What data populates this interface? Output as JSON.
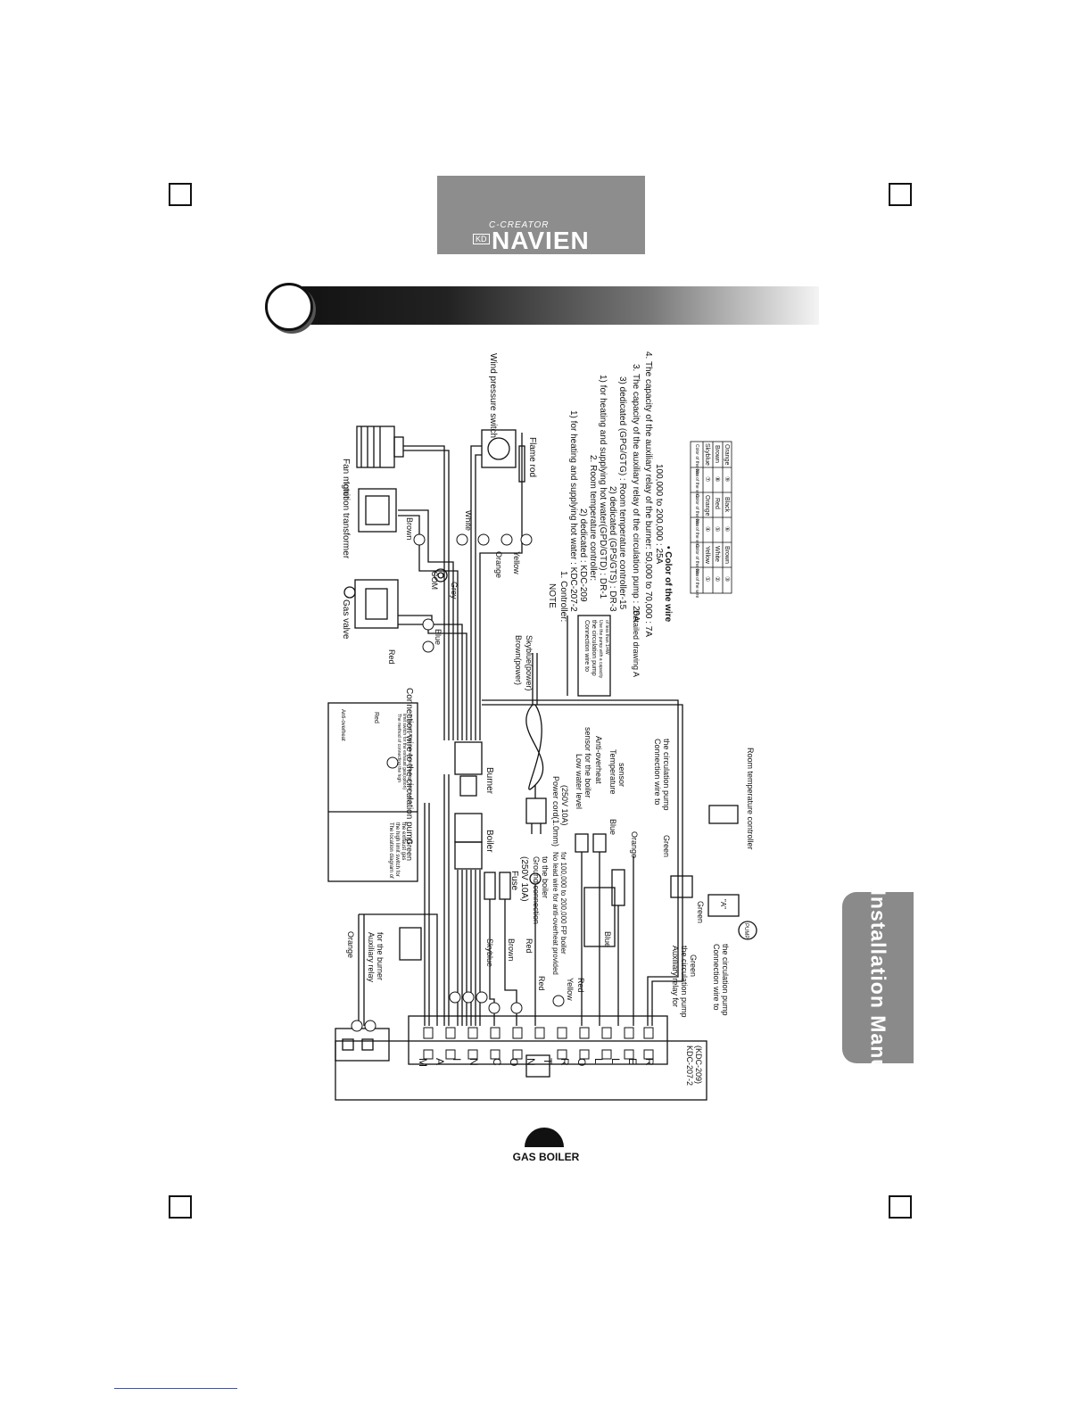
{
  "logo": {
    "sub": "C-CREATOR",
    "kd": "KD",
    "main": "NAVIEN"
  },
  "side_tab": "Installation Manual",
  "footer": "GAS BOILER",
  "diagram": {
    "components": {
      "fan_motor": "Fan motor",
      "ignition_transformer": "Ignition transformer",
      "gas_valve": "Gas valve",
      "wind_pressure_switch": "Wind pressure switch",
      "flame_rod": "Flame rod",
      "circulation_pump_wire": "Connection wire to the circulation pump",
      "burner": "Burner",
      "boiler": "Boiler",
      "fuse": "Fuse",
      "fuse_rating": "(250V 10A)",
      "ground_1": "Ground connection",
      "ground_2": "to the boiler",
      "lead_wire_1": "No lead wire for anti-overheat provided",
      "lead_wire_2": "for 100,000 to 200,000 FP boiler",
      "power_cord_1": "Power cord(1.0mm)",
      "power_cord_2": "(250V 10A)",
      "low_water_1": "Low water level",
      "low_water_2": "sensor for the boiler",
      "anti_overheat": "Anti-overheat",
      "temp_sensor_1": "Temperature",
      "temp_sensor_2": "sensor",
      "conn_pump_1": "Connection wire to",
      "conn_pump_2": "the circulation pump",
      "room_temp_controller": "Room temperature controller",
      "aux_relay_burner_1": "Auxiliary relay",
      "aux_relay_burner_2": "for the burner",
      "aux_relay_pump_1": "Auxiliary relay for",
      "aux_relay_pump_2": "the circulation pump",
      "conn_pump_bottom_1": "Connection wire to",
      "conn_pump_bottom_2": "the circulation pump",
      "pump": "PUMP",
      "detail_a": "\"A\"",
      "main_controller": [
        "M",
        "A",
        "I",
        "N",
        "",
        "C",
        "O",
        "N",
        "T",
        "R",
        "O",
        "L",
        "L",
        "E",
        "R"
      ],
      "controller_model_1": "KDC-207-2",
      "controller_model_2": "(KDC-209)",
      "com": "COM",
      "detailed_drawing": "Detailed drawing A",
      "detail_box_1": "Connection wire to",
      "detail_box_2": "the circulation pump",
      "detail_box_3": "Use the pump with a capacity",
      "detail_box_4": "of less than 1/4W",
      "brown_power": "Brown(power)",
      "skyblue_power": "Skyblue(power)",
      "inset_1": "The location diagram of",
      "inset_2": "the high limit switch for",
      "inset_3": "the exhaust gas",
      "inset_4": "The method of connecting the high",
      "inset_5": "limit switch for the exhaust gas(option)",
      "inset_6": "To put in \"A\" to connect to the high limit switch",
      "inset_anti": "Anti-overheat",
      "inset_red": "Red"
    },
    "wire_labels": {
      "orange_top": "Orange",
      "green_top": "Green",
      "brown_top": "Brown",
      "white": "White",
      "grey": "Grey",
      "blue_top": "Blue",
      "red_top": "Red",
      "orange_mid": "Orange",
      "yellow_mid": "Yellow",
      "skyblue": "Skyblue",
      "brown_mid": "Brown",
      "red_mid": "Red",
      "red_low": "Red",
      "yellow_low": "Yellow",
      "red_lower": "Red",
      "blue_low": "Blue",
      "blue_right": "Blue",
      "orange_right": "Orange",
      "green_right": "Green",
      "green_pump_1": "Green",
      "green_pump_2": "Green"
    },
    "notes": {
      "title": "NOTE",
      "lines": [
        "1. Controller:",
        "1) for heating and supplying hot water : KDC-207-2",
        "2) dedicated : KDC-209",
        "2. Room temperature controller:",
        "1) for heating and supplying hot water(GPD/GTD) : DR-1",
        "2) dedicated (GPS/GTS) : DR-3",
        "3) dedicated (GPG/GTG) : Room temperature controller-15",
        "3. The capacity of the auxiliary relay of the circulation pump : 26A",
        "4. The capacity of the auxiliary relay of the burner: 50,000 to 70,000 : 7A",
        "100,000 to 200,000 : 25A"
      ],
      "color_title": "• Color of the wire",
      "color_table": {
        "headers": [
          "No. of the wire",
          "Color of the wire",
          "No. of the wire",
          "Color of the wire",
          "No. of the wire",
          "Color of the wire"
        ],
        "rows": [
          [
            "①",
            "Yellow",
            "④",
            "Orange",
            "⑦",
            "Skyblue"
          ],
          [
            "②",
            "White",
            "⑤",
            "Red",
            "⑧",
            "Brown"
          ],
          [
            "③",
            "Brown",
            "⑥",
            "Black",
            "⑨",
            "Orange"
          ]
        ]
      }
    }
  }
}
